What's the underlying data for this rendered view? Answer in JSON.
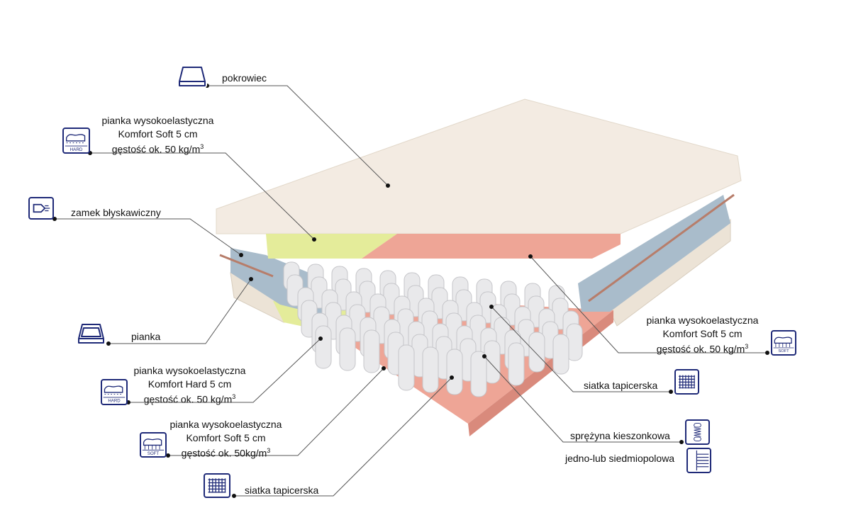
{
  "labels": {
    "cover": "pokrowiec",
    "top_foam": {
      "l1": "pianka wysokoelastyczna",
      "l2": "Komfort Soft 5 cm",
      "l3": "gęstość ok. 50 kg/m",
      "sup": "3",
      "badge": "HARD"
    },
    "zipper": "zamek błyskawiczny",
    "foam": "pianka",
    "hard_foam": {
      "l1": "pianka wysokoelastyczna",
      "l2": "Komfort Hard 5 cm",
      "l3": "gęstość ok. 50 kg/m",
      "sup": "3",
      "badge": "HARD"
    },
    "soft_foam_bottom": {
      "l1": "pianka wysokoelastyczna",
      "l2": "Komfort Soft 5 cm",
      "l3": "gęstość ok. 50kg/m",
      "sup": "3",
      "badge": "SOFT"
    },
    "mesh_bottom": "siatka tapicerska",
    "soft_foam_right": {
      "l1": "pianka wysokoelastyczna",
      "l2": "Komfort Soft 5 cm",
      "l3": "gęstość ok. 50 kg/m",
      "sup": "3",
      "badge": "SOFT"
    },
    "mesh_right": "siatka tapicerska",
    "spring": "sprężyna kieszonkowa",
    "zones": "jedno-lub siedmiopolowa"
  },
  "colors": {
    "icon": "#1f2a78",
    "cover": "#f3ebe2",
    "yellow_foam": "#e4ec9a",
    "pink_foam": "#eea596",
    "blue_foam": "#a9bccb"
  }
}
